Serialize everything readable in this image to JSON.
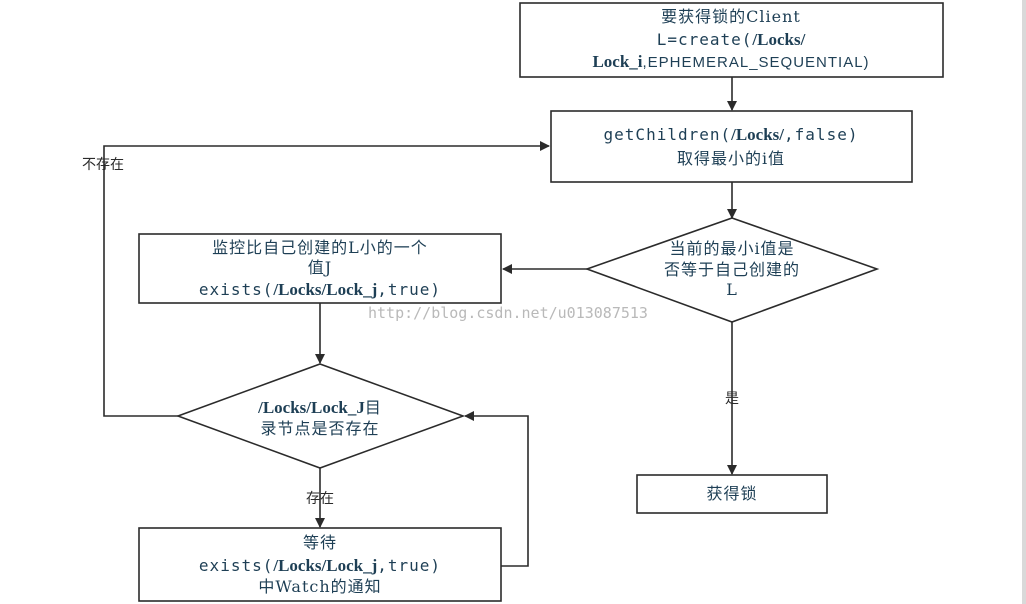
{
  "nodes": {
    "start": {
      "line1": "要获得锁的Client",
      "line2_prefix": "L=create(",
      "line2_bold": "/Locks/",
      "line3_bold": "Lock_i",
      "line3_rest": ",EPHEMERAL_SEQUENTIAL)"
    },
    "get_children": {
      "line1_prefix": "getChildren(",
      "line1_bold": "/Locks/",
      "line1_rest": ",false)",
      "line2": "取得最小的i值"
    },
    "decision_min": {
      "line1": "当前的最小i值是",
      "line2": "否等于自己创建的",
      "line3": "L"
    },
    "watch_prev": {
      "line1": "监控比自己创建的L小的一个",
      "line2": "值J",
      "line3_prefix": "exists(",
      "line3_bold": "/Locks/Lock_j",
      "line3_rest": ",true)"
    },
    "decision_exists": {
      "line1_bold": "/Locks/Lock_J",
      "line1_rest": "目",
      "line2": "录节点是否存在"
    },
    "wait": {
      "line1": "等待",
      "line2_prefix": "exists(",
      "line2_bold": "/Locks/Lock_j",
      "line2_rest": ",true)",
      "line3": "中Watch的通知"
    },
    "acquired": {
      "label": "获得锁"
    }
  },
  "edges": {
    "not_exists": "不存在",
    "yes": "是",
    "exists": "存在"
  },
  "watermark": "http://blog.csdn.net/u013087513"
}
